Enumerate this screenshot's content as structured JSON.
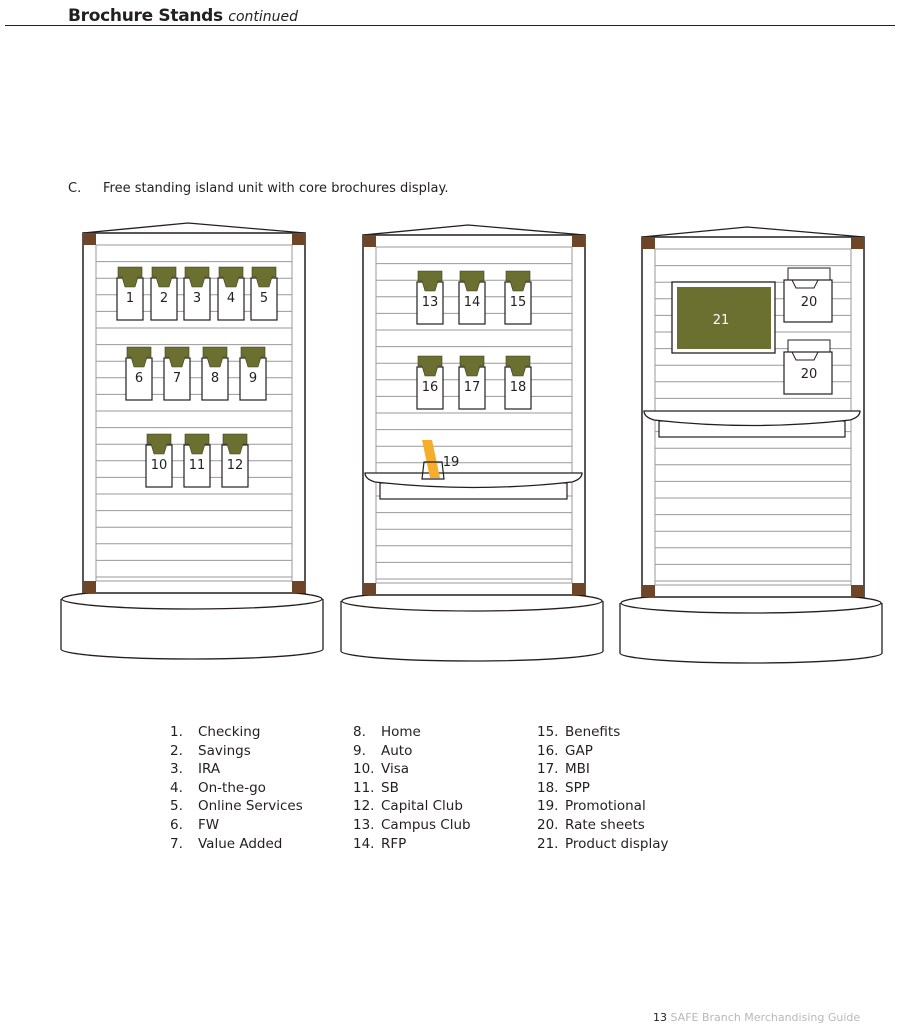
{
  "header": {
    "title": "Brochure Stands",
    "subtitle": "continued"
  },
  "section": {
    "letter": "C.",
    "text": "Free standing island unit with core brochures display."
  },
  "colors": {
    "olive": "#6b7030",
    "brown": "#6e4526",
    "promo": "#f5ad2b",
    "line": "#231f20",
    "slat": "#9a9a9a"
  },
  "stands": [
    {
      "holders": [
        "1",
        "2",
        "3",
        "4",
        "5",
        "6",
        "7",
        "8",
        "9",
        "10",
        "11",
        "12"
      ]
    },
    {
      "holders": [
        "13",
        "14",
        "15",
        "16",
        "17",
        "18"
      ],
      "promo": "19"
    },
    {
      "display": "21",
      "holders": [
        "20",
        "20"
      ]
    }
  ],
  "legend": [
    [
      {
        "n": "1.",
        "t": "Checking"
      },
      {
        "n": "2.",
        "t": "Savings"
      },
      {
        "n": "3.",
        "t": "IRA"
      },
      {
        "n": "4.",
        "t": "On-the-go"
      },
      {
        "n": "5.",
        "t": "Online Services"
      },
      {
        "n": "6.",
        "t": "FW"
      },
      {
        "n": "7.",
        "t": "Value Added"
      }
    ],
    [
      {
        "n": "8.",
        "t": "Home"
      },
      {
        "n": "9.",
        "t": "Auto"
      },
      {
        "n": "10.",
        "t": "Visa"
      },
      {
        "n": "11.",
        "t": "SB"
      },
      {
        "n": "12.",
        "t": "Capital Club"
      },
      {
        "n": "13.",
        "t": "Campus Club"
      },
      {
        "n": "14.",
        "t": "RFP"
      }
    ],
    [
      {
        "n": "15.",
        "t": "Benefits"
      },
      {
        "n": "16.",
        "t": "GAP"
      },
      {
        "n": "17.",
        "t": "MBI"
      },
      {
        "n": "18.",
        "t": "SPP"
      },
      {
        "n": "19.",
        "t": "Promotional"
      },
      {
        "n": "20.",
        "t": "Rate sheets"
      },
      {
        "n": "21.",
        "t": "Product display"
      }
    ]
  ],
  "footer": {
    "page": "13",
    "text": "SAFE Branch Merchandising Guide"
  }
}
